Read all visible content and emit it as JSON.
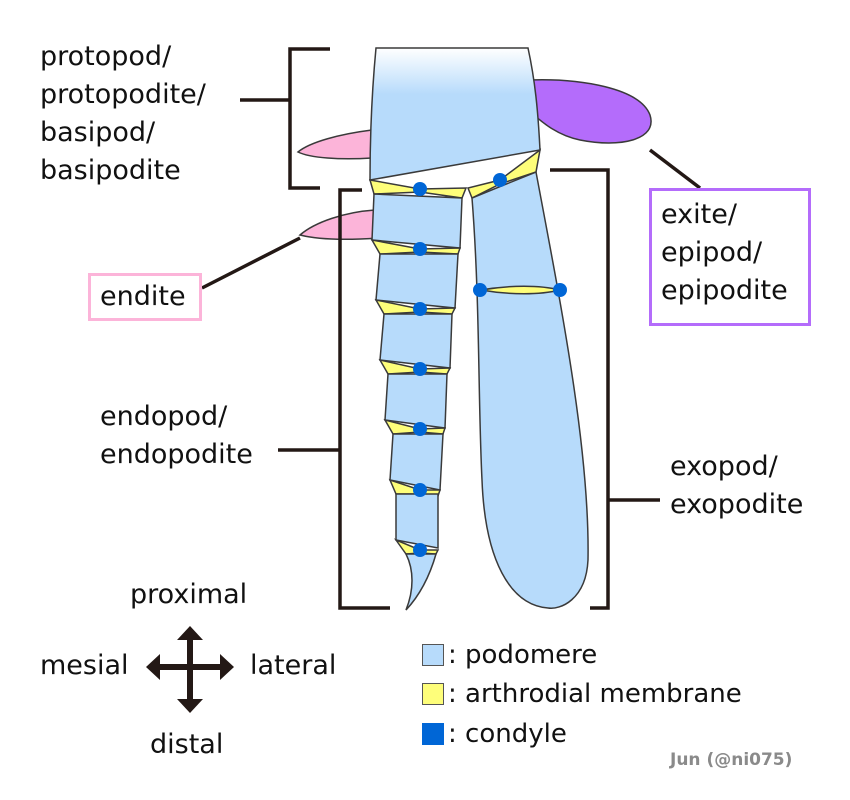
{
  "colors": {
    "podomere": "#b7dbfb",
    "arthrodial_membrane": "#fefe7a",
    "condyle": "#0066d6",
    "endite": "#fcb4d9",
    "exite": "#b46cfb",
    "outline": "#3a3a3a",
    "bracket": "#231815",
    "endite_box_border": "#fcb4d9",
    "exite_box_border": "#b46cfb",
    "credit": "#8a8a8a"
  },
  "labels": {
    "protopod": [
      "protopod/",
      "protopodite/",
      "basipod/",
      "basipodite"
    ],
    "endite": "endite",
    "exite": [
      "exite/",
      "epipod/",
      "epipodite"
    ],
    "endopod": [
      "endopod/",
      "endopodite"
    ],
    "exopod": [
      "exopod/",
      "exopodite"
    ]
  },
  "directions": {
    "proximal": "proximal",
    "distal": "distal",
    "mesial": "mesial",
    "lateral": "lateral"
  },
  "legend": [
    {
      "label": ": podomere",
      "key": "podomere"
    },
    {
      "label": ": arthrodial membrane",
      "key": "arthrodial_membrane"
    },
    {
      "label": ": condyle",
      "key": "condyle"
    }
  ],
  "credit": "Jun (@ni075)"
}
